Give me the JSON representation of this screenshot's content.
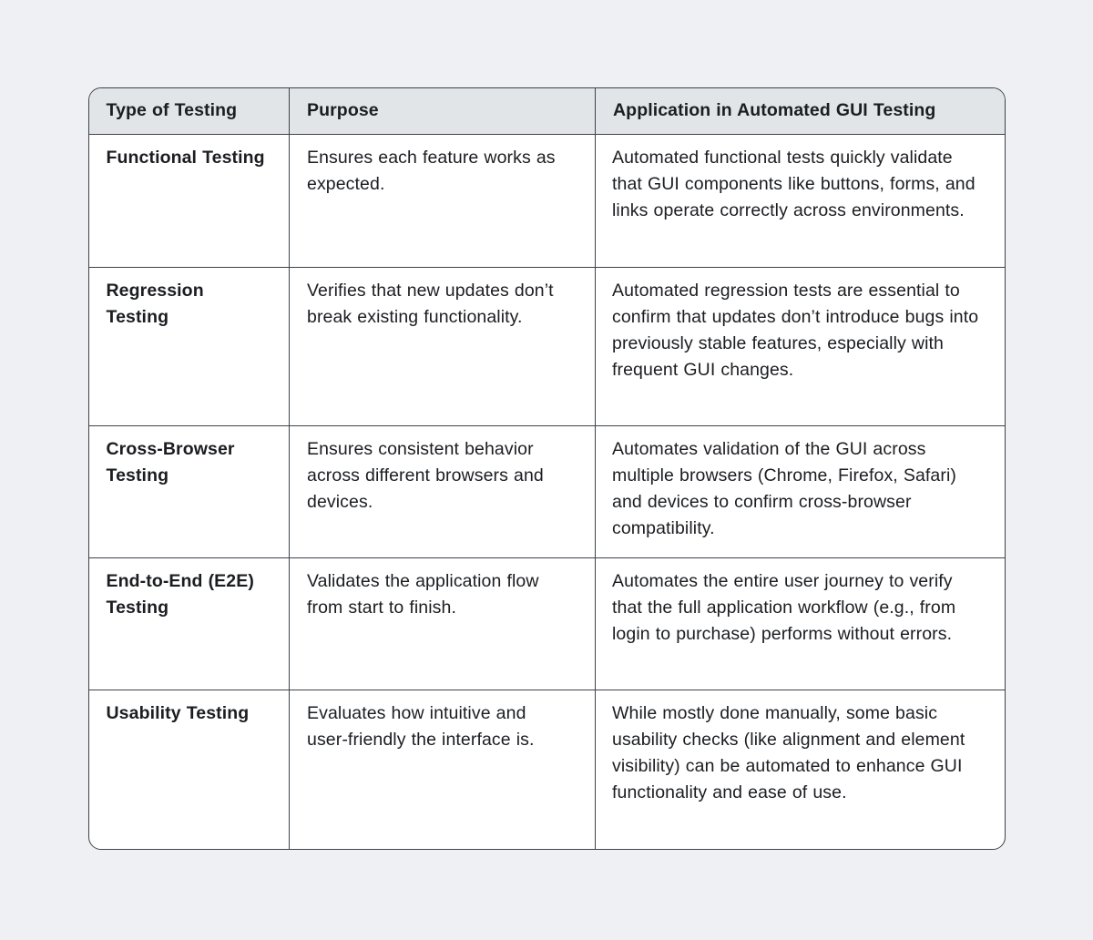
{
  "table": {
    "headers": [
      "Type of Testing",
      "Purpose",
      "Application in Automated GUI Testing"
    ],
    "rows": [
      {
        "type": "Functional Testing",
        "purpose": "Ensures each feature works as expected.",
        "application": "Automated functional tests quickly validate that GUI components like buttons, forms, and links operate correctly across environments."
      },
      {
        "type": "Regression Testing",
        "purpose": "Verifies that new updates don’t break existing functionality.",
        "application": "Automated regression tests are essential to confirm that updates don’t introduce bugs into previously stable features, especially with frequent GUI changes."
      },
      {
        "type": "Cross-Browser Testing",
        "purpose": "Ensures consistent behavior across different browsers and devices.",
        "application": "Automates validation of the GUI across multiple browsers (Chrome, Firefox, Safari) and devices to confirm cross-browser compatibility."
      },
      {
        "type": "End-to-End (E2E) Testing",
        "purpose": "Validates the application flow from start to finish.",
        "application": "Automates the entire user journey to verify that the full application workflow (e.g., from login to purchase) performs without errors."
      },
      {
        "type": "Usability Testing",
        "purpose": "Evaluates how intuitive and user-friendly the interface is.",
        "application": "While mostly done manually, some basic usability checks (like alignment and element visibility) can be automated to enhance GUI functionality and ease of use."
      }
    ],
    "colors": {
      "page_background": "#eef0f3",
      "header_background": "#e2e5e8",
      "border": "#3e434a",
      "cell_background": "#ffffff",
      "text": "#1b1d21"
    }
  }
}
